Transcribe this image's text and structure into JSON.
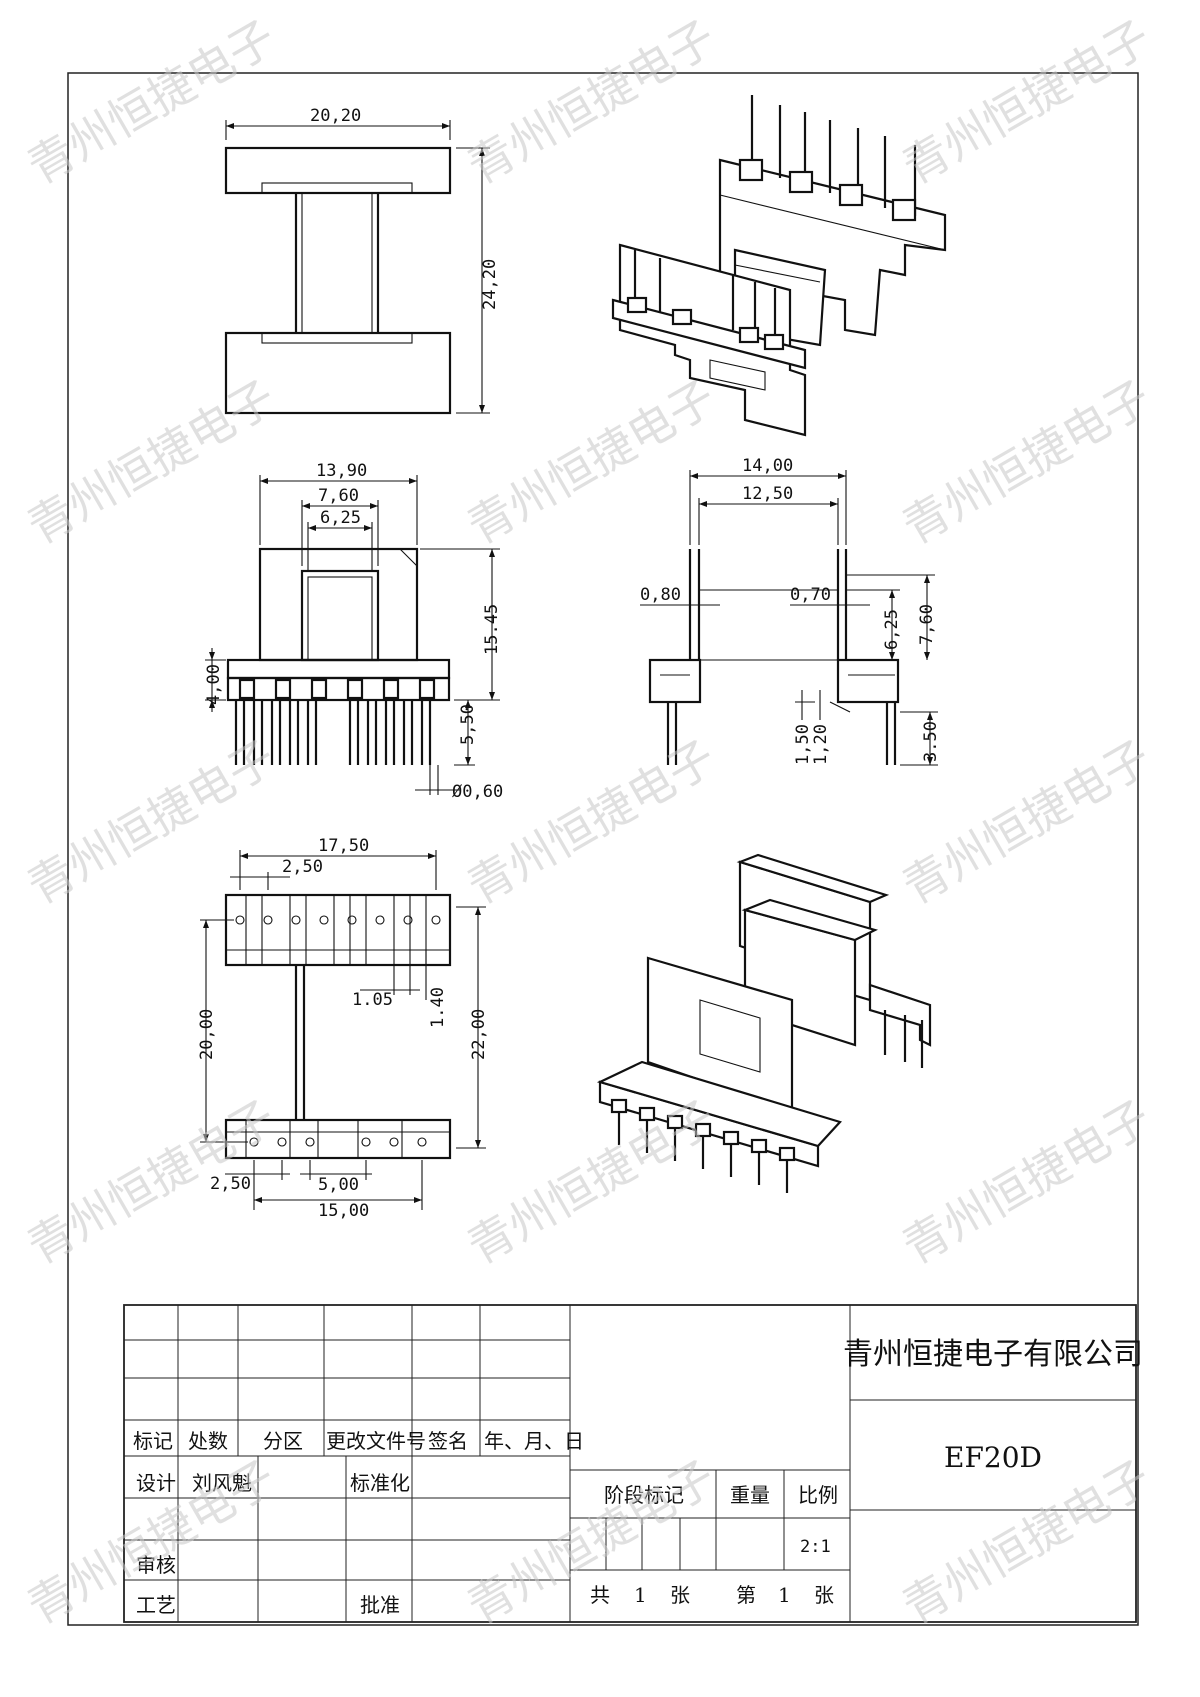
{
  "watermark": "青州恒捷电子",
  "dimensions": {
    "top_width": "20,20",
    "top_height": "24,20",
    "front_width": "13,90",
    "front_window_outer": "7,60",
    "front_window_inner": "6,25",
    "front_height": "15.45",
    "front_base": "4,00",
    "front_pin_len": "5,50",
    "pin_dia": "Ø0,60",
    "side_width": "14,00",
    "side_inner": "12,50",
    "side_wall_left": "0,80",
    "side_wall_right": "0,70",
    "side_window": "6,25",
    "side_total": "7,60",
    "side_step1": "1,50",
    "side_step2": "1,20",
    "side_pin": "3.50",
    "bottom_row_width": "17,50",
    "bottom_pitch": "2,50",
    "bottom_pin_width": "1.05",
    "bottom_pin_gap": "1.40",
    "bottom_inner": "20,00",
    "bottom_outer": "22,00",
    "bottom_pitch2": "2,50",
    "bottom_span": "5,00",
    "bottom_row2_width": "15,00"
  },
  "title_block": {
    "company": "青州恒捷电子有限公司",
    "part": "EF20D",
    "rev_headers": [
      "标记",
      "处数",
      "分区",
      "更改文件号",
      "签名",
      "年、月、日"
    ],
    "design_label": "设计",
    "designer": "刘风魁",
    "standard_label": "标准化",
    "review_label": "审核",
    "process_label": "工艺",
    "approve_label": "批准",
    "stage_label": "阶段标记",
    "weight_label": "重量",
    "scale_label": "比例",
    "scale_value": "2:1",
    "sheets_total_prefix": "共",
    "sheets_total": "1",
    "sheets_unit": "张",
    "sheet_no_prefix": "第",
    "sheet_no": "1",
    "sheet_no_unit": "张"
  }
}
